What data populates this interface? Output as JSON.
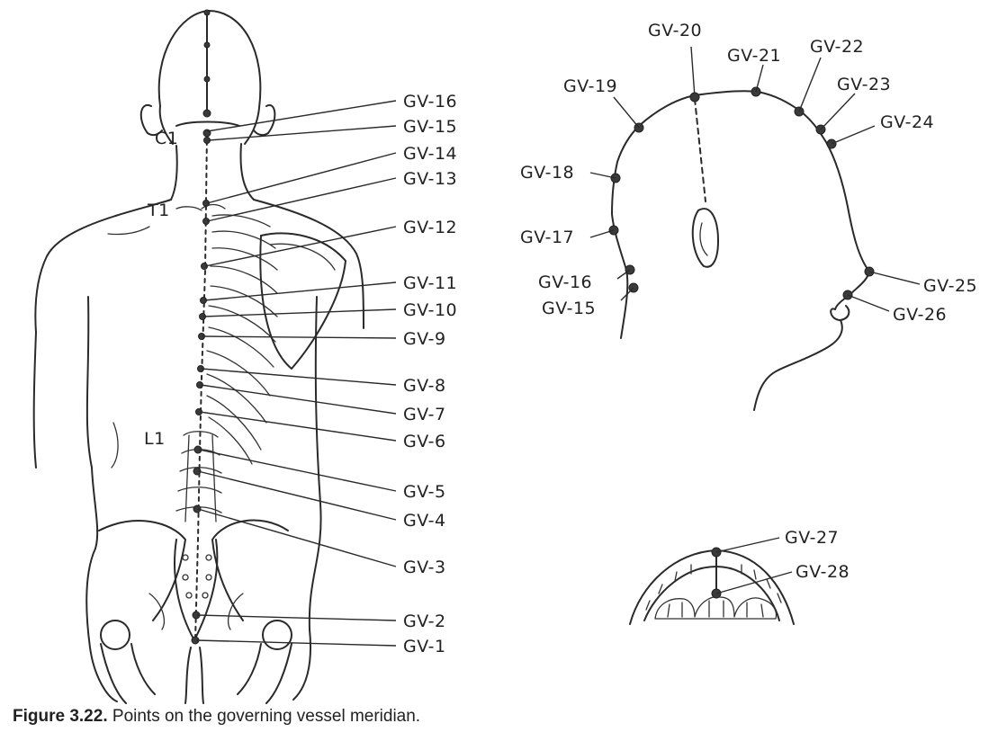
{
  "caption": {
    "figure_number": "Figure 3.22.",
    "text": "Points on the governing vessel meridian."
  },
  "back_view": {
    "vertebra_labels": {
      "c1": "C1",
      "t1": "T1",
      "l1": "L1"
    },
    "points": [
      "GV-16",
      "GV-15",
      "GV-14",
      "GV-13",
      "GV-12",
      "GV-11",
      "GV-10",
      "GV-9",
      "GV-8",
      "GV-7",
      "GV-6",
      "GV-5",
      "GV-4",
      "GV-3",
      "GV-2",
      "GV-1"
    ]
  },
  "head_view": {
    "points": [
      "GV-20",
      "GV-21",
      "GV-22",
      "GV-23",
      "GV-24",
      "GV-19",
      "GV-18",
      "GV-17",
      "GV-16",
      "GV-15",
      "GV-25",
      "GV-26"
    ]
  },
  "mouth_view": {
    "points": [
      "GV-27",
      "GV-28"
    ]
  }
}
